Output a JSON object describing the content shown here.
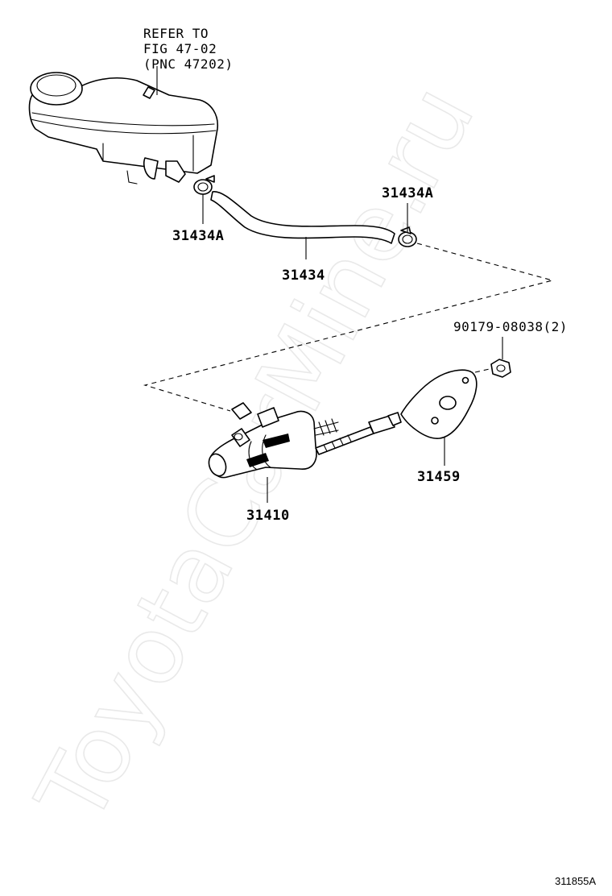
{
  "watermark": "ToyotaCarMine.ru",
  "refer_note": {
    "line1": "REFER TO",
    "line2": "FIG 47-02",
    "line3": "(PNC 47202)"
  },
  "callouts": {
    "clamp_upper": "31434A",
    "clamp_lower": "31434A",
    "hose": "31434",
    "nut": "90179-08038(2)",
    "gasket": "31459",
    "cylinder": "31410"
  },
  "figure_id": "311855A"
}
